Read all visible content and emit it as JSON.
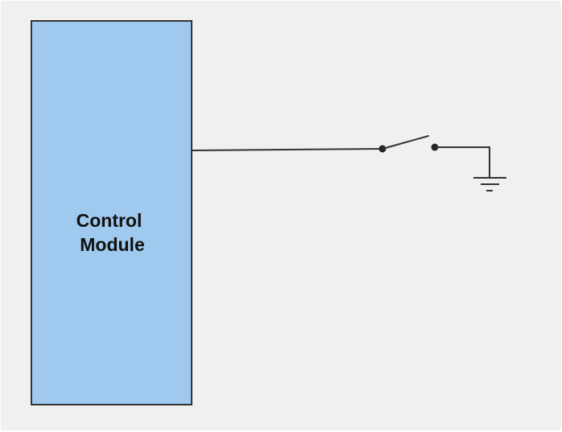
{
  "diagram": {
    "module": {
      "label_line1": "Control",
      "label_line2": "Module"
    },
    "colors": {
      "background": "#f0f0f0",
      "module_fill": "#9fc9ee",
      "stroke": "#333333"
    },
    "components": [
      "switch",
      "ground"
    ]
  }
}
